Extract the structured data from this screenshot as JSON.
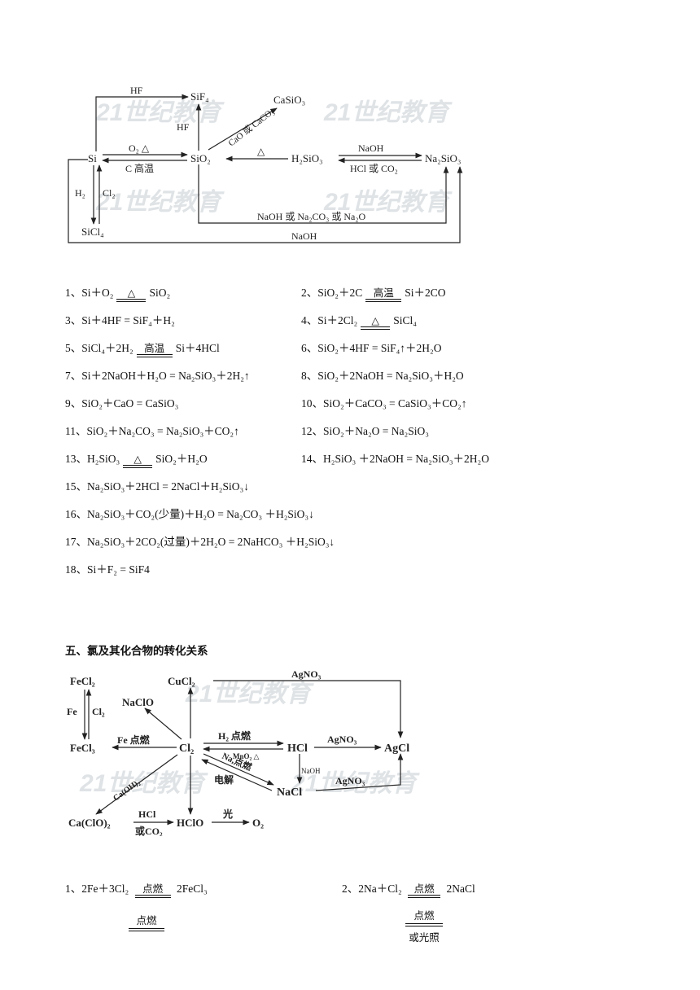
{
  "silicon_diagram": {
    "nodes": {
      "si": "Si",
      "sif4": "SiF₄",
      "sio2": "SiO₂",
      "casio3": "CaSiO₃",
      "h2sio3": "H₂SiO₃",
      "na2sio3": "Na₂SiO₃",
      "sicl4": "SiCl₄"
    },
    "labels": {
      "si_sif4": "HF",
      "sio2_sif4": "HF",
      "sio2_casio3": "CaO 或 CaCO₃",
      "si_sio2": "O₂  △",
      "sio2_si": "C  高温",
      "h2sio3_sio2": "△",
      "h2sio3_na2sio3": "NaOH",
      "na2sio3_h2sio3": "HCl 或 CO₂",
      "si_sicl4": "H₂",
      "sicl4_si": "Cl₂",
      "sio2_na2sio3": "NaOH  或  Na₂CO₃ 或 Na₂O",
      "si_na2sio3": "NaOH"
    },
    "watermark": "21世纪教育"
  },
  "silicon_equations": [
    {
      "n": "1、",
      "pre": "Si＋O₂",
      "cond": "△",
      "post": "SiO₂"
    },
    {
      "n": "2、",
      "pre": "SiO₂＋2C",
      "cond": "高温",
      "post": "Si＋2CO"
    },
    {
      "n": "3、",
      "pre": "Si＋4HF = SiF₄＋H₂",
      "cond": "",
      "post": ""
    },
    {
      "n": "4、",
      "pre": "Si＋2Cl₂",
      "cond": "△",
      "post": "SiCl₄"
    },
    {
      "n": "5、",
      "pre": "SiCl₄＋2H₂",
      "cond": "高温",
      "post": "Si＋4HCl"
    },
    {
      "n": "6、",
      "pre": "SiO₂＋4HF = SiF₄↑＋2H₂O",
      "cond": "",
      "post": ""
    },
    {
      "n": "7、",
      "pre": "Si＋2NaOH＋H₂O = Na₂SiO₃＋2H₂↑",
      "cond": "",
      "post": ""
    },
    {
      "n": "8、",
      "pre": "SiO₂＋2NaOH = Na₂SiO₃＋H₂O",
      "cond": "",
      "post": ""
    },
    {
      "n": "9、",
      "pre": "SiO₂＋CaO = CaSiO₃",
      "cond": "",
      "post": ""
    },
    {
      "n": "10、",
      "pre": "SiO₂＋CaCO₃ = CaSiO₃＋CO₂↑",
      "cond": "",
      "post": ""
    },
    {
      "n": "11、",
      "pre": "SiO₂＋Na₂CO₃ = Na₂SiO₃＋CO₂↑",
      "cond": "",
      "post": ""
    },
    {
      "n": "12、",
      "pre": "SiO₂＋Na₂O = Na₂SiO₃",
      "cond": "",
      "post": ""
    },
    {
      "n": "13、",
      "pre": "H₂SiO₃",
      "cond": "△",
      "post": "SiO₂＋H₂O"
    },
    {
      "n": "14、",
      "pre": "H₂SiO₃ ＋2NaOH = Na₂SiO₃＋2H₂O",
      "cond": "",
      "post": ""
    },
    {
      "n": "15、",
      "pre": "Na₂SiO₃＋2HCl = 2NaCl＋H₂SiO₃↓",
      "cond": "",
      "post": ""
    },
    {
      "n": "16、",
      "pre": "Na₂SiO₃＋CO₂(少量)＋H₂O = Na₂CO₃ ＋H₂SiO₃↓",
      "cond": "",
      "post": ""
    },
    {
      "n": "17、",
      "pre": "Na₂SiO₃＋2CO₂(过量)＋2H₂O = 2NaHCO₃ ＋H₂SiO₃↓",
      "cond": "",
      "post": ""
    },
    {
      "n": "18、",
      "pre": "Si＋F₂ = SiF4",
      "cond": "",
      "post": ""
    }
  ],
  "section_heading": "五、氯及其化合物的转化关系",
  "chlorine_diagram": {
    "nodes": {
      "fecl2": "FeCl₂",
      "fecl3": "FeCl₃",
      "cucl2": "CuCl₂",
      "naclo": "NaClO",
      "cl2": "Cl₂",
      "hcl": "HCl",
      "agcl": "AgCl",
      "nacl": "NaCl",
      "caclo2": "Ca(ClO)₂",
      "hclo": "HClO",
      "o2": "O₂"
    },
    "labels": {
      "cucl2_agcl": "AgNO₃",
      "fe_label": "Fe",
      "cl2_label": "Cl₂",
      "fe_burn": "Fe 点燃",
      "h2_burn": "H₂ 点燃",
      "mno2": "MnO₂ △",
      "na_burn": "Na,点燃",
      "electrolysis": "电解",
      "hcl_agcl": "AgNO₃",
      "naoh": "NaOH",
      "nacl_agcl": "AgNO₃",
      "caoh2": "Ca(OH)₂",
      "hcl_label": "HCl",
      "co2_label": "或CO₂",
      "light": "光"
    }
  },
  "chlorine_equations": {
    "eq1": {
      "n": "1、",
      "pre": "2Fe＋3Cl₂",
      "cond": "点燃",
      "post": "2FeCl₃"
    },
    "eq2": {
      "n": "2、",
      "pre": "2Na＋Cl₂",
      "cond": "点燃",
      "post": "2NaCl"
    },
    "extra_cond_left": "点燃",
    "extra_cond_right_top": "点燃",
    "extra_cond_right_bottom": "或光照"
  }
}
